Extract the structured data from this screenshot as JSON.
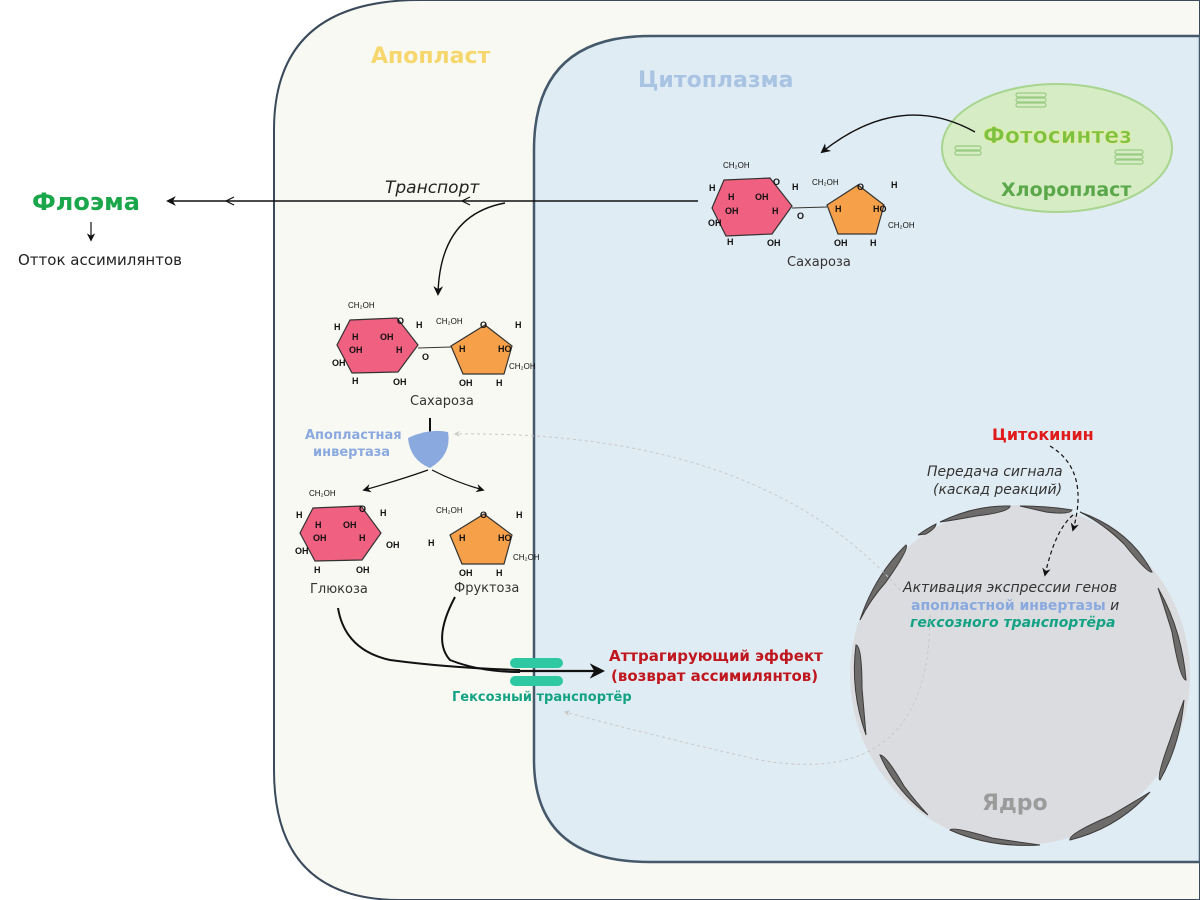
{
  "regions": {
    "apoplast": "Апопласт",
    "cytoplasm": "Цитоплазма",
    "chloroplast": "Хлоропласт",
    "nucleus": "Ядро"
  },
  "labels": {
    "phloem": "Флоэма",
    "outflow": "Отток ассимилянтов",
    "transport": "Транспорт",
    "photosynthesis": "Фотосинтез",
    "sucrose_cyto": "Сахароза",
    "sucrose_apo": "Сахароза",
    "apoplast_invertase_l1": "Апопластная",
    "apoplast_invertase_l2": "инвертаза",
    "glucose": "Глюкоза",
    "fructose": "Фруктоза",
    "hexose_transporter": "Гексозный транспортёр",
    "attracting_l1": "Аттрагирующий эффект",
    "attracting_l2": "(возврат ассимилянтов)",
    "cytokinin": "Цитокинин",
    "signal_l1": "Передача сигнала",
    "signal_l2": "(каскад реакций)",
    "activation_l1": "Активация экспрессии генов",
    "activation_l2a": "апопластной инвертазы",
    "activation_l2b": " и",
    "activation_l3": "гексозного транспортёра"
  },
  "chem": {
    "ch2oh": "CH₂OH",
    "h": "H",
    "oh": "OH",
    "ho": "HO",
    "o": "O"
  },
  "colors": {
    "apoplast_text": "#f5d76e",
    "cytoplasm_text": "#a9c3e3",
    "phloem": "#1aa64a",
    "photosynthesis": "#7cc242",
    "chloroplast_text": "#5aa84a",
    "nucleus_text": "#9b9b9b",
    "invertase": "#8aa9df",
    "transporter": "#2ec9a3",
    "transporter_text": "#13a283",
    "attracting": "#c0161d",
    "cytokinin": "#e01b1b",
    "glucose_ring": "#f06080",
    "fructose_ring": "#f7a04a"
  }
}
